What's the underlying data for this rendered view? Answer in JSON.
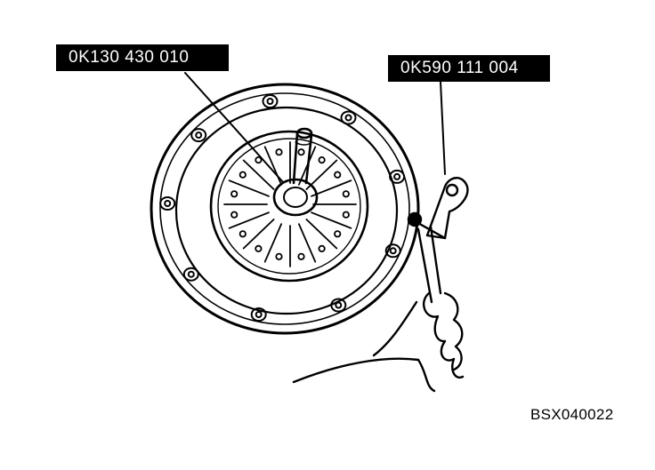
{
  "labels": {
    "clutch_tool_part_number": "0K130 430 010",
    "ring_gear_stopper_part_number": "0K590 111 004"
  },
  "figure_code": "BSX040022",
  "icons": {
    "clutch": "clutch-cover-assembly-icon",
    "alignment_tool": "clutch-disc-centering-tool-icon",
    "stopper": "ring-gear-brake-tool-icon",
    "hand": "hand-icon"
  },
  "colors": {
    "ink": "#000000",
    "paper": "#ffffff"
  }
}
